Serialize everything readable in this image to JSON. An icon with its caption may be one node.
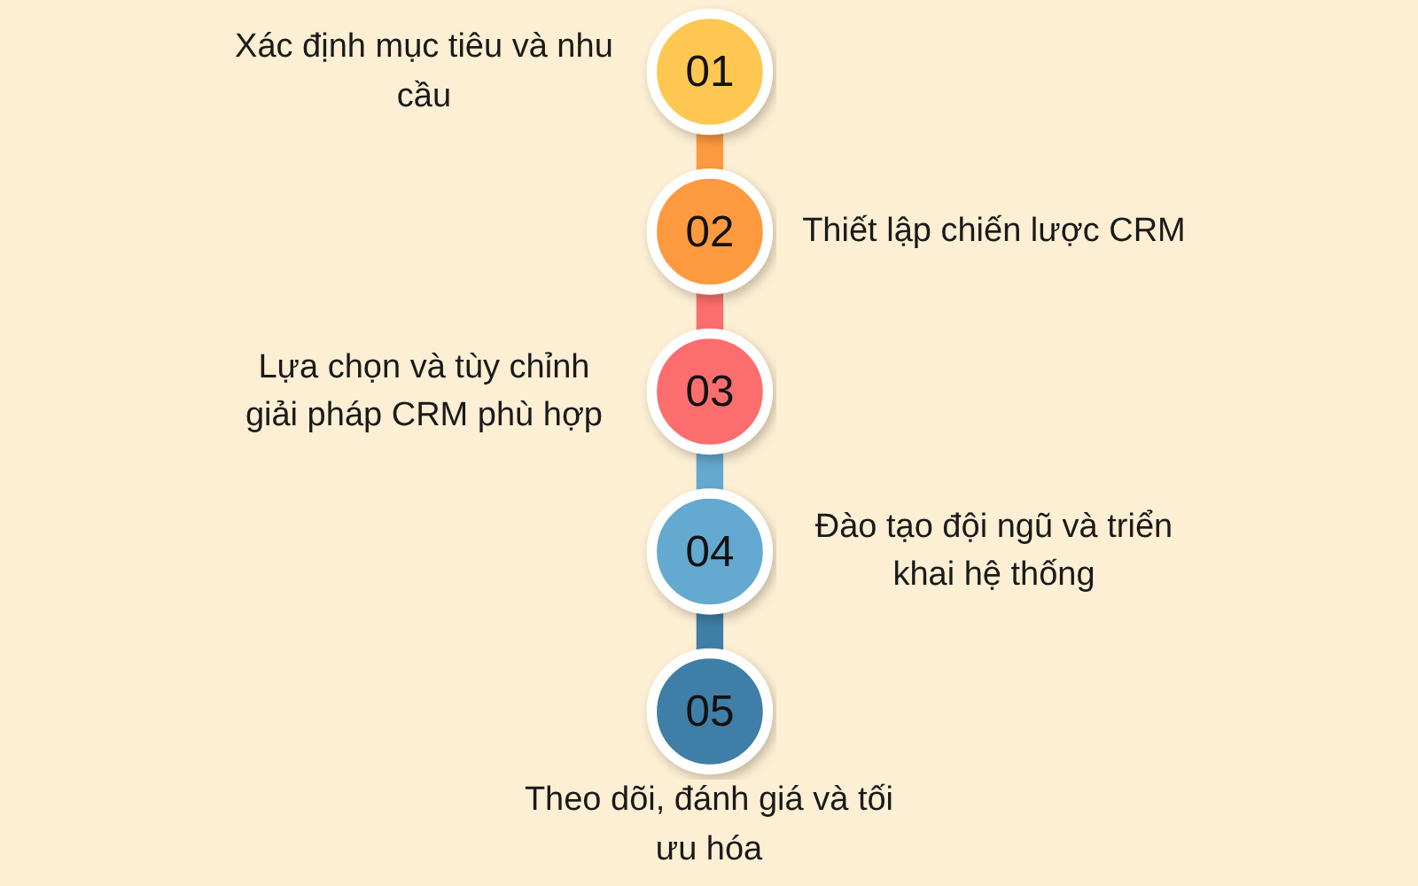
{
  "diagram": {
    "nodes": [
      {
        "text": [
          "01"
        ],
        "beside": [
          "Xác định mục tiêu và nhu cầu"
        ]
      },
      {
        "text": [
          "02"
        ],
        "beside": [
          "Thiết lập chiến lược CRM"
        ]
      },
      {
        "text": [
          "03"
        ],
        "beside": [
          "Lựa chọn và tùy chỉnh giải pháp CRM phù hợp"
        ]
      },
      {
        "text": [
          "04"
        ],
        "beside": [
          "Đào tạo đội ngũ và triển khai hệ thống"
        ]
      },
      {
        "text": [
          "05"
        ],
        "beside": [
          "Theo dõi, đánh giá và tối ưu hóa"
        ]
      }
    ],
    "edges": [
      {
        "from": 0,
        "to": 1,
        "arrow": "none",
        "color": "#fd9a40"
      },
      {
        "from": 1,
        "to": 2,
        "arrow": "none",
        "color": "#fc6e6e"
      },
      {
        "from": 2,
        "to": 3,
        "arrow": "none",
        "color": "#64a9cf"
      },
      {
        "from": 3,
        "to": 4,
        "arrow": "none",
        "color": "#3f7ea6"
      }
    ]
  }
}
